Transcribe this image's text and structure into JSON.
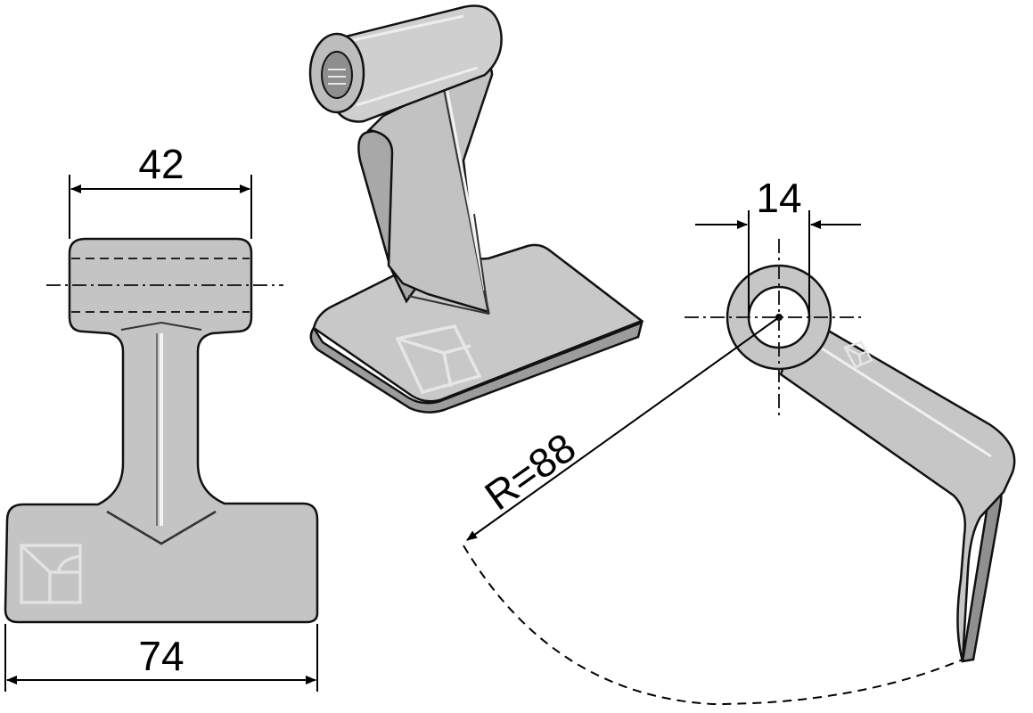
{
  "dimensions": {
    "width_top": "42",
    "width_bottom": "74",
    "hole_diameter": "14",
    "radius": "R=88"
  },
  "colors": {
    "steel": "#c4c4c4",
    "steel_dark": "#a3a3a3",
    "steel_light": "#e6e6e6",
    "outline": "#111111",
    "logo": "#e2e2e2",
    "line": "#000000"
  },
  "icons": {
    "logo": "square-quadrant-logo-icon"
  }
}
